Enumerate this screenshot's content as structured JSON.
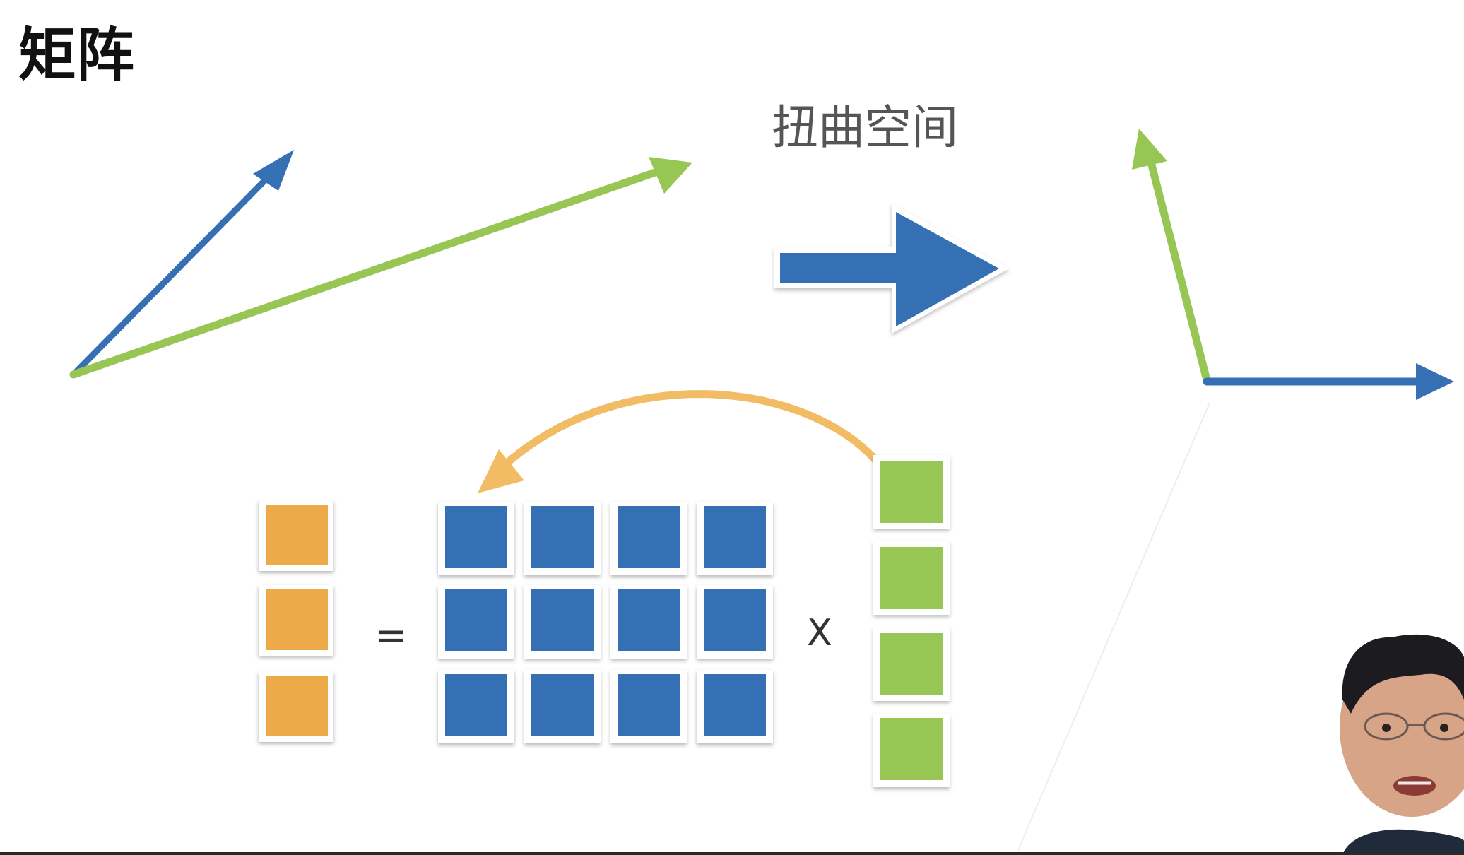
{
  "slide": {
    "title": "矩阵",
    "subtitle": "扭曲空间",
    "equals_sign": "=",
    "times_sign": "X"
  },
  "colors": {
    "blue": "#3670b4",
    "green": "#97c655",
    "orange": "#edaa4a",
    "arrow_orange": "#f2bc64"
  },
  "equation": {
    "output_vector_cells": 3,
    "matrix_rows": 3,
    "matrix_cols": 4,
    "input_vector_cells": 4
  },
  "presenter": {
    "description_icon": "presenter-webcam-icon"
  }
}
